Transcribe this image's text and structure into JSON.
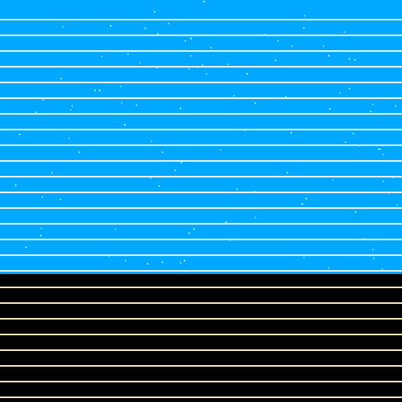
{
  "palette": {
    "sky_fill": "#00a8ff",
    "sky_stripe": "#e8f6ff",
    "speck": "#ffffff",
    "ground_fill": "#000000",
    "ground_stripe": "#ffe8c0"
  },
  "sky_panel": {
    "stripe_count": 17,
    "speck_count": 110
  },
  "ground_panel": {
    "stripe_count": 8
  }
}
